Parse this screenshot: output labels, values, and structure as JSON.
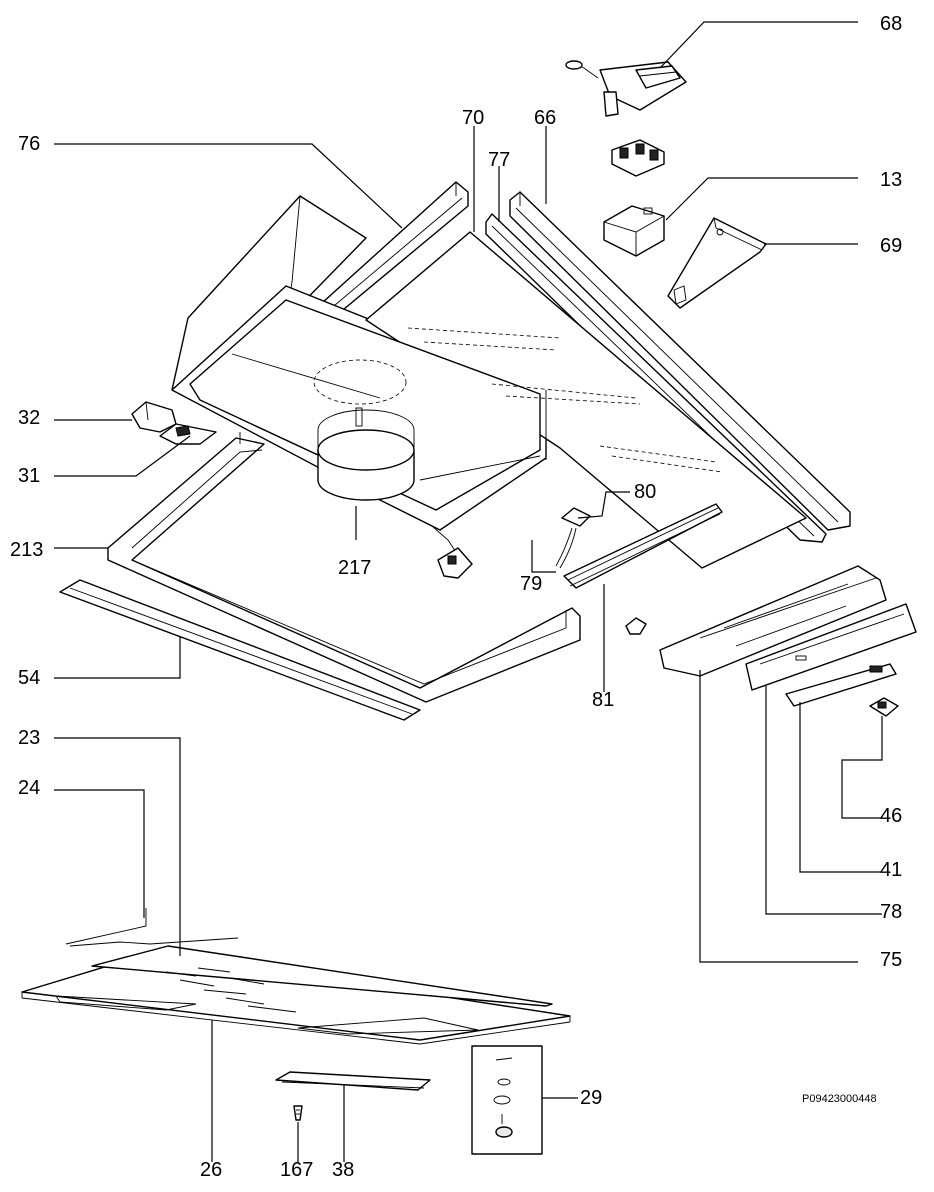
{
  "drawing_code": "P09423000448",
  "callouts": {
    "c68": "68",
    "c70": "70",
    "c66": "66",
    "c77": "77",
    "c76": "76",
    "c13": "13",
    "c69": "69",
    "c32": "32",
    "c31": "31",
    "c80": "80",
    "c213": "213",
    "c217": "217",
    "c79": "79",
    "c54": "54",
    "c81": "81",
    "c23": "23",
    "c24": "24",
    "c46": "46",
    "c41": "41",
    "c78": "78",
    "c75": "75",
    "c29": "29",
    "c26": "26",
    "c167": "167",
    "c38": "38"
  }
}
